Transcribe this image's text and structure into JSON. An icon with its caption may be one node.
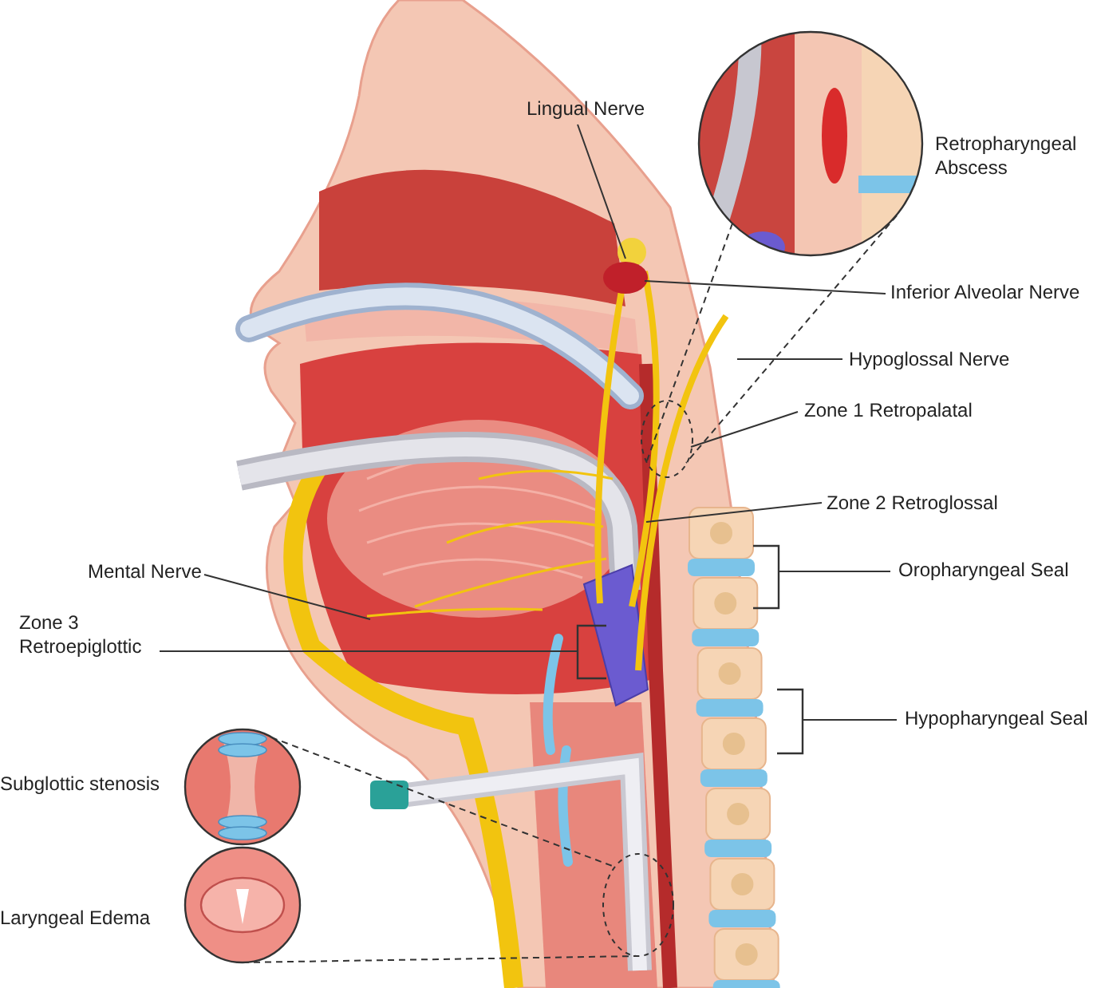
{
  "diagram": {
    "nodes": [
      {
        "text": [
          "Retropharyngeal Abscess"
        ]
      },
      {
        "text": [],
        "shape": "circle"
      },
      {
        "text": [
          "Subglottic stenosis"
        ]
      },
      {
        "text": [
          "Laryngeal Edema"
        ]
      },
      {
        "text": [],
        "shape": "circle"
      },
      {
        "text": [
          "Lingual Nerve"
        ]
      },
      {
        "text": [
          "Inferior Alveolar Nerve"
        ]
      },
      {
        "text": [
          "Hypoglossal Nerve"
        ]
      },
      {
        "text": [
          "Zone 1 Retropalatal"
        ]
      },
      {
        "text": [
          "Zone 2 Retroglossal"
        ]
      },
      {
        "text": [
          "Mental Nerve"
        ]
      },
      {
        "text": [
          "Zone 3 Retroepiglottic"
        ]
      },
      {
        "text": [
          "Oropharyngeal Seal"
        ]
      },
      {
        "text": [
          "Hypopharyngeal Seal"
        ]
      },
      {
        "text": [],
        "shape": "bracket"
      },
      {
        "text": [],
        "shape": "bracket"
      },
      {
        "text": [],
        "shape": "bracket"
      }
    ],
    "edges": [
      {
        "from": 0,
        "to": 1,
        "arrow": "none",
        "style": "dashed"
      },
      {
        "from": 2,
        "to": 4,
        "arrow": "none",
        "style": "dashed"
      },
      {
        "from": 3,
        "to": 4,
        "arrow": "none",
        "style": "dashed"
      },
      {
        "from": 5,
        "to": null,
        "arrow": "none"
      },
      {
        "from": 6,
        "to": null,
        "arrow": "none"
      },
      {
        "from": 7,
        "to": null,
        "arrow": "none"
      },
      {
        "from": 8,
        "to": 1,
        "arrow": "none"
      },
      {
        "from": 9,
        "to": null,
        "arrow": "none"
      },
      {
        "from": 10,
        "to": null,
        "arrow": "none"
      },
      {
        "from": 11,
        "to": 14,
        "arrow": "none"
      },
      {
        "from": 12,
        "to": 15,
        "arrow": "none"
      },
      {
        "from": 13,
        "to": 16,
        "arrow": "none"
      }
    ]
  }
}
